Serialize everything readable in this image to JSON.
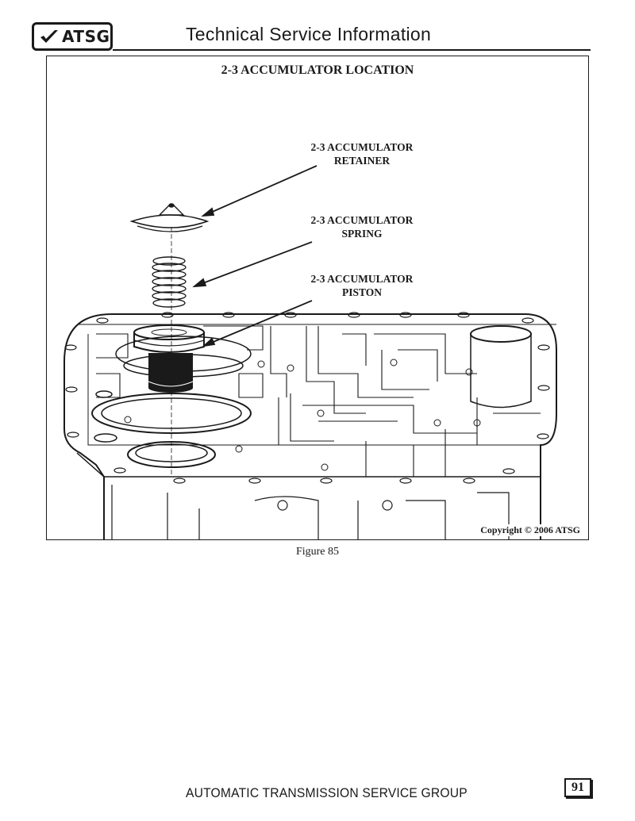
{
  "header": {
    "logo_text": "ATSG",
    "title": "Technical Service Information"
  },
  "figure": {
    "title": "2-3 ACCUMULATOR LOCATION",
    "callouts": [
      {
        "line1": "2-3 ACCUMULATOR",
        "line2": "RETAINER"
      },
      {
        "line1": "2-3 ACCUMULATOR",
        "line2": "SPRING"
      },
      {
        "line1": "2-3 ACCUMULATOR",
        "line2": "PISTON"
      }
    ],
    "copyright": "Copyright © 2006 ATSG",
    "caption": "Figure 85"
  },
  "footer": {
    "text": "AUTOMATIC TRANSMISSION SERVICE GROUP",
    "page_number": "91"
  }
}
